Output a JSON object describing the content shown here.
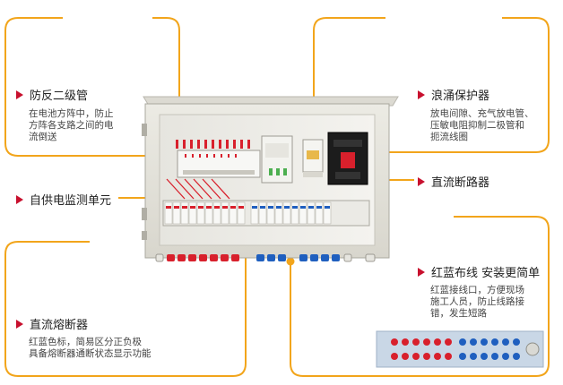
{
  "colors": {
    "accent": "#f2a51b",
    "marker": "#c8102e",
    "terminal_red": "#d8202c",
    "terminal_blue": "#1f5fbf"
  },
  "callouts": {
    "anti_reverse_diode": {
      "title": "防反二级管",
      "desc": [
        "在电池方阵中，防止",
        "方阵各支路之间的电",
        "流倒送"
      ]
    },
    "surge_protector": {
      "title": "浪涌保护器",
      "desc": [
        "放电间隙、充气放电管、",
        "压敏电阻抑制二极管和",
        "扼流线圈"
      ]
    },
    "self_powered_monitor": {
      "title": "自供电监测单元"
    },
    "dc_breaker": {
      "title": "直流断路器"
    },
    "red_blue_wiring": {
      "title": "红蓝布线 安装更简单",
      "desc": [
        "红蓝接线口，方便现场",
        "施工人员，防止线路接",
        "错，发生短路"
      ]
    },
    "dc_fuse": {
      "title": "直流熔断器",
      "desc": [
        "红蓝色标，简易区分正负极",
        "具备熔断器通断状态显示功能"
      ]
    }
  }
}
